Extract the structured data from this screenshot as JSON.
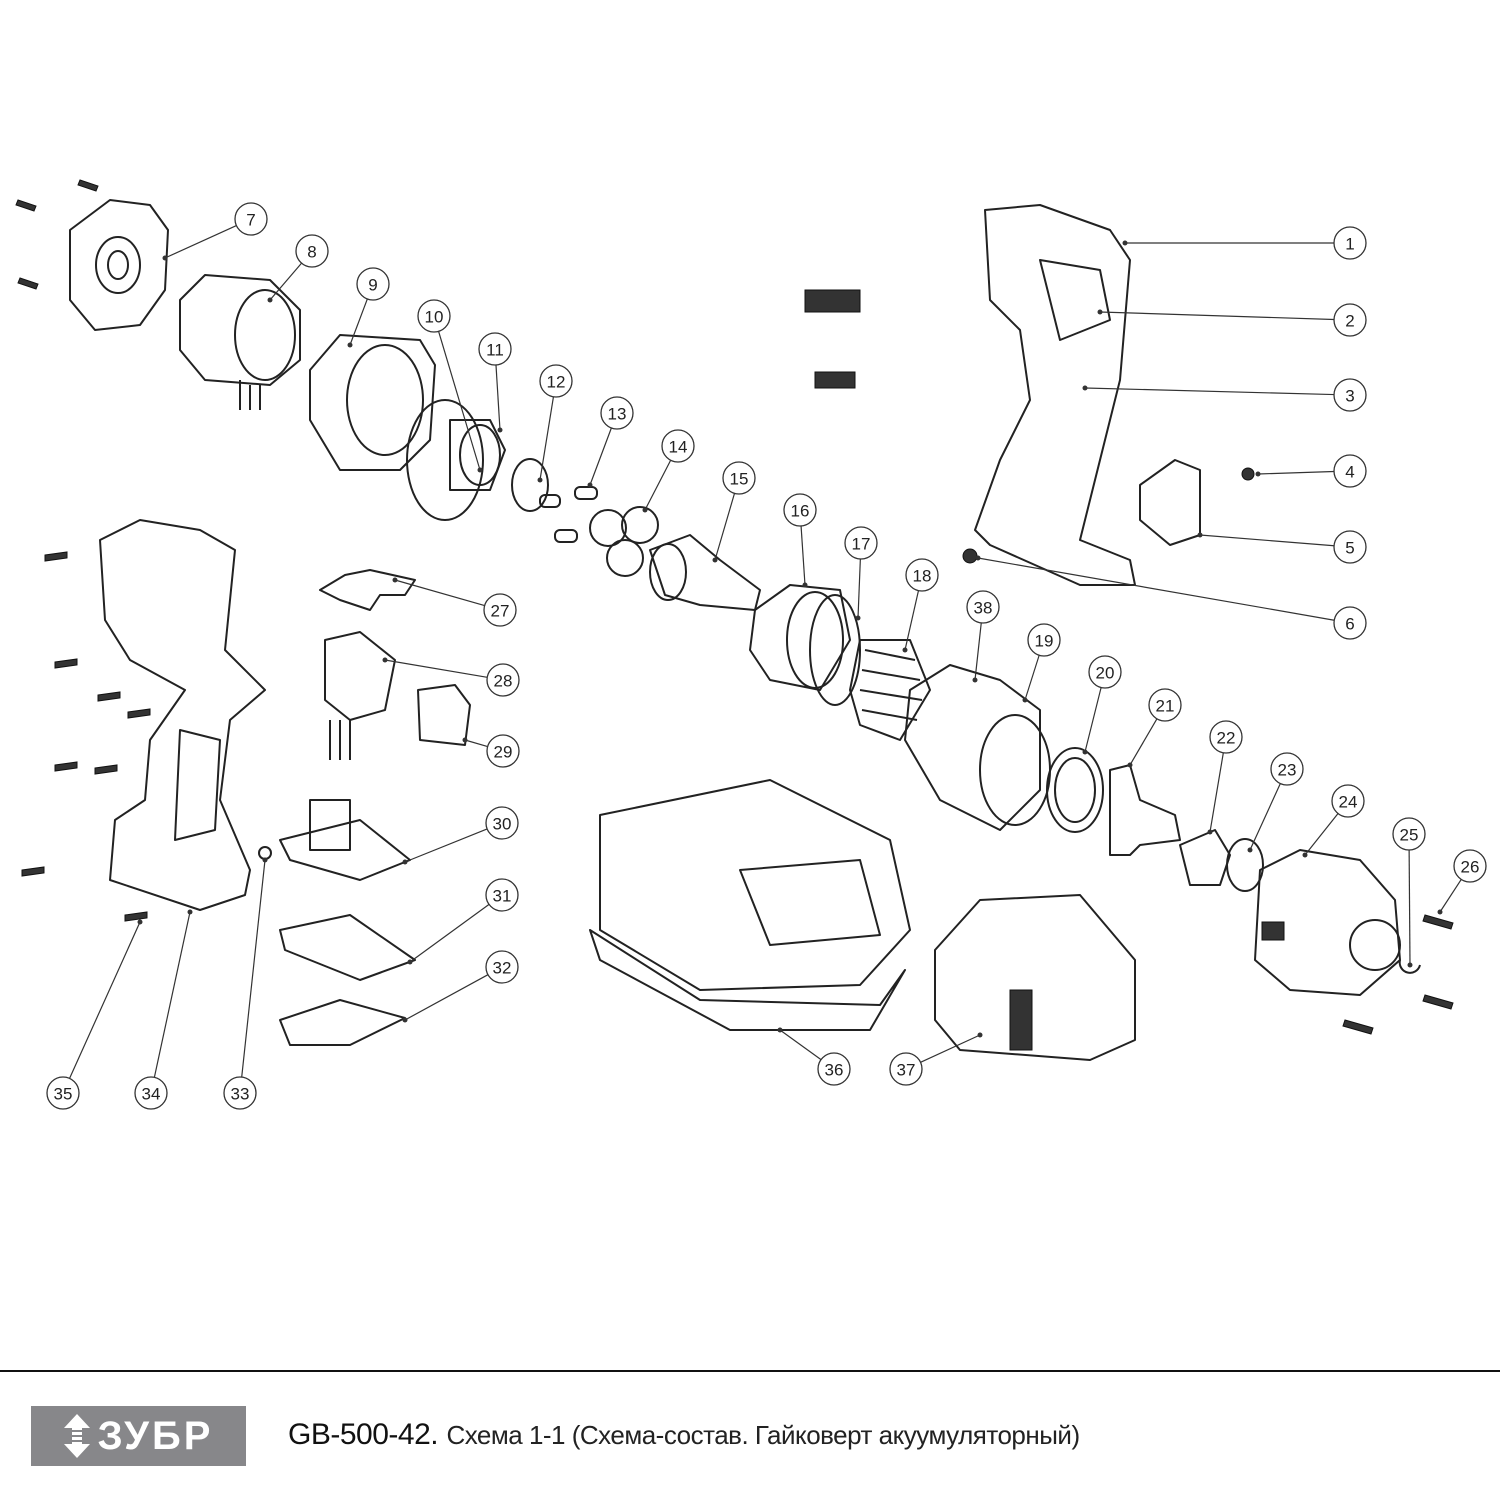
{
  "diagram": {
    "callouts": [
      "1",
      "2",
      "3",
      "4",
      "5",
      "6",
      "7",
      "8",
      "9",
      "10",
      "11",
      "12",
      "13",
      "14",
      "15",
      "16",
      "17",
      "18",
      "38",
      "19",
      "20",
      "21",
      "22",
      "23",
      "24",
      "25",
      "26",
      "27",
      "28",
      "29",
      "30",
      "31",
      "32",
      "33",
      "34",
      "35",
      "36",
      "37"
    ]
  },
  "footer": {
    "logo_text": "ЗУБР",
    "model": "GB-500-42.",
    "description": "Схема 1-1 (Схема-состав. Гайковерт акуумуляторный)"
  }
}
